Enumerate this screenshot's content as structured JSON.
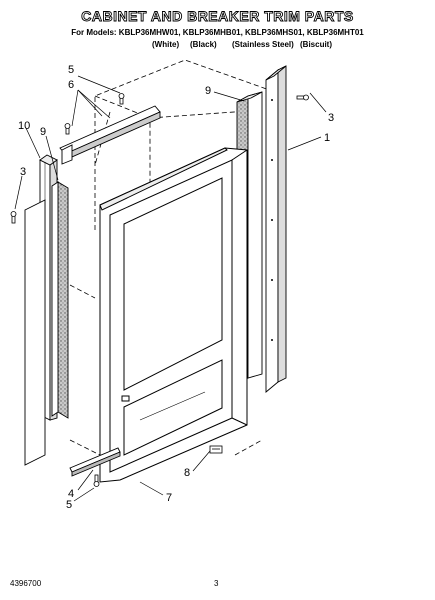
{
  "header": {
    "title": "CABINET AND BREAKER TRIM PARTS",
    "models": "For Models: KBLP36MHW01, KBLP36MHB01, KBLP36MHS01, KBLP36MHT01",
    "variants": [
      "(White)",
      "(Black)",
      "(Stainless Steel)",
      "(Biscuit)"
    ]
  },
  "callouts": {
    "c1": "1",
    "c3_right": "3",
    "c3_left": "3",
    "c4": "4",
    "c5_top": "5",
    "c5_bottom": "5",
    "c6": "6",
    "c7": "7",
    "c8": "8",
    "c9_right": "9",
    "c9_left": "9",
    "c10": "10"
  },
  "footer": {
    "doc_number": "4396700",
    "page_number": "3"
  }
}
